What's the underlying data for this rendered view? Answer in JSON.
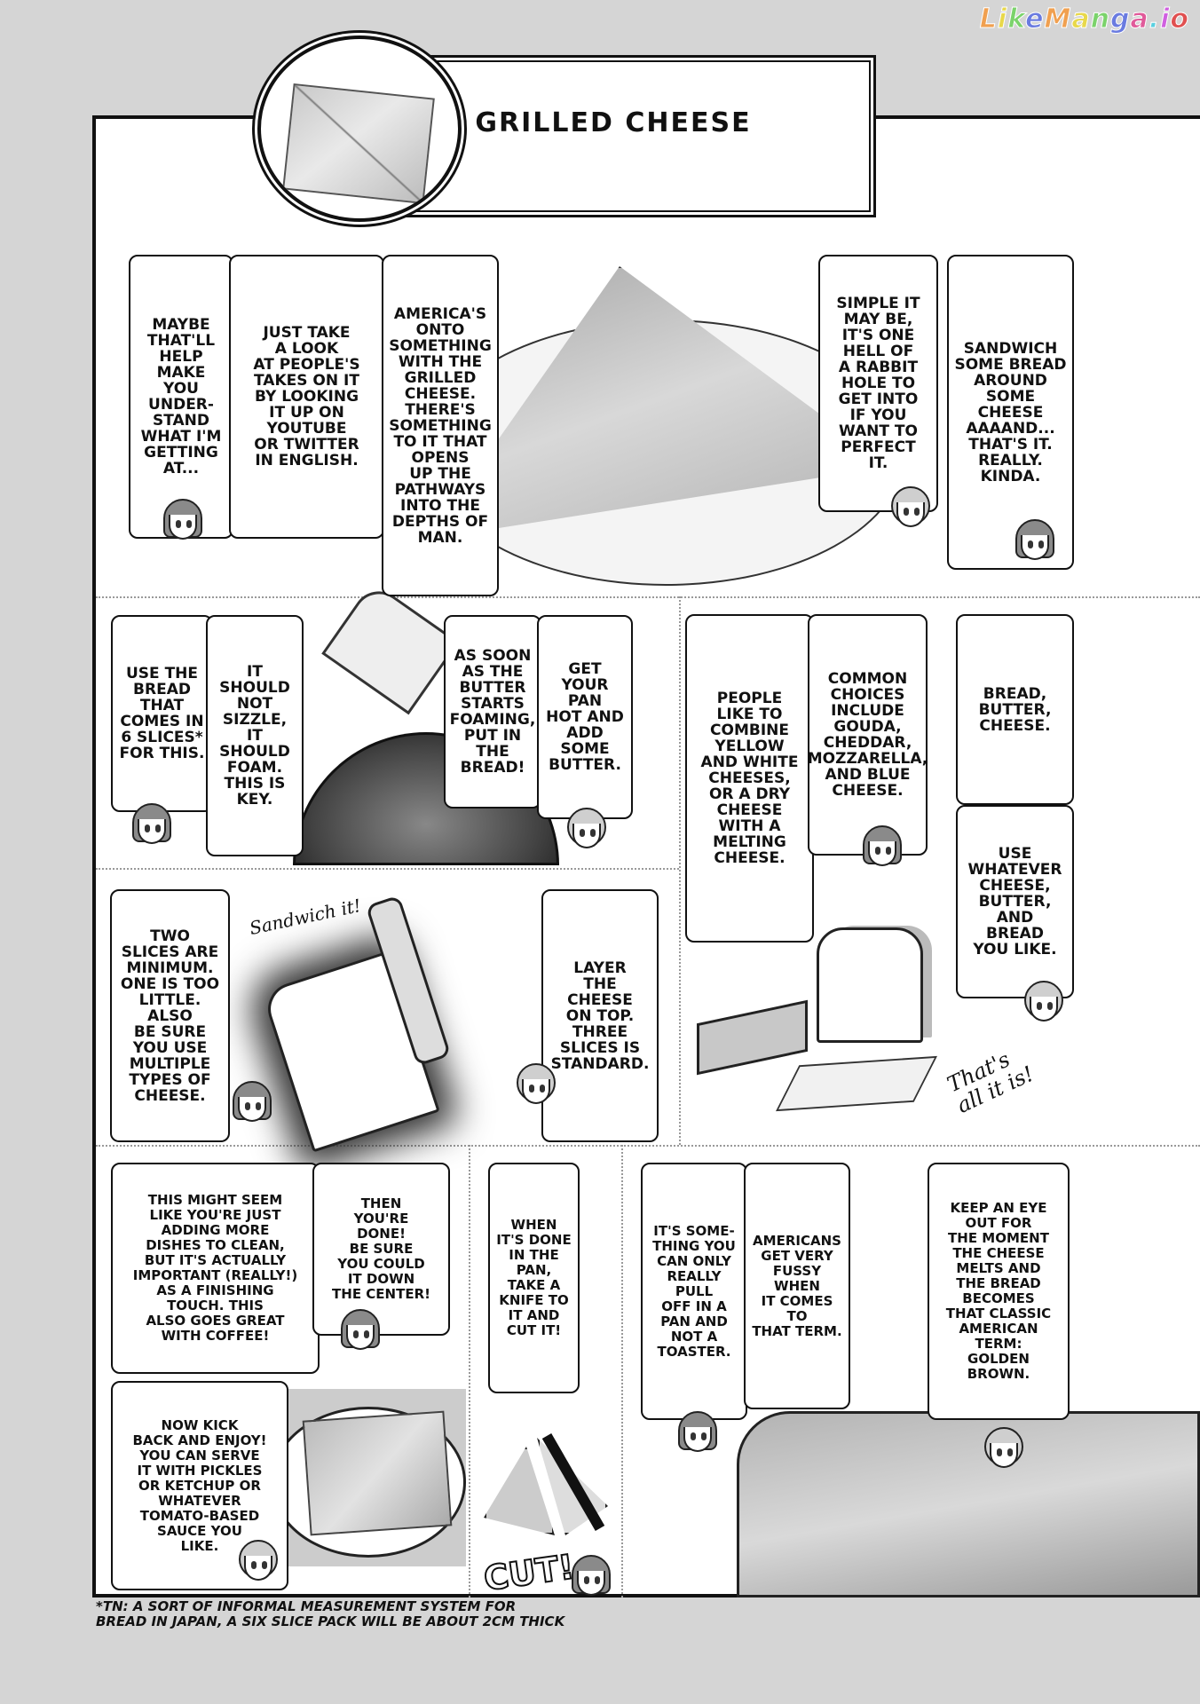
{
  "watermark": {
    "text": "LikeManga.io",
    "letters": [
      {
        "ch": "L",
        "color": "#f0a050"
      },
      {
        "ch": "i",
        "color": "#e8d84a"
      },
      {
        "ch": "k",
        "color": "#7bd36b"
      },
      {
        "ch": "e",
        "color": "#6a7be0"
      },
      {
        "ch": "M",
        "color": "#f0a050"
      },
      {
        "ch": "a",
        "color": "#e8d84a"
      },
      {
        "ch": "n",
        "color": "#7bd36b"
      },
      {
        "ch": "g",
        "color": "#6a7be0"
      },
      {
        "ch": "a",
        "color": "#e05a9a"
      },
      {
        "ch": ".",
        "color": "#5ad0e0"
      },
      {
        "ch": "i",
        "color": "#d060e0"
      },
      {
        "ch": "o",
        "color": "#e05050"
      }
    ]
  },
  "title": "GRILLED CHEESE",
  "rows": {
    "row1": {
      "bubbles": [
        {
          "id": "maybe",
          "text": "MAYBE\nTHAT'LL\nHELP MAKE\nYOU UNDER-\nSTAND\nWHAT I'M\nGETTING\nAT..."
        },
        {
          "id": "just_take",
          "text": "JUST TAKE\nA LOOK\nAT PEOPLE'S\nTAKES ON IT\nBY LOOKING\nIT UP ON\nYOUTUBE\nOR TWITTER\nIN ENGLISH."
        },
        {
          "id": "americas",
          "text": "AMERICA'S\nONTO\nSOMETHING\nWITH THE\nGRILLED\nCHEESE.\nTHERE'S\nSOMETHING\nTO IT THAT\nOPENS\nUP THE\nPATHWAYS\nINTO THE\nDEPTHS OF\nMAN."
        },
        {
          "id": "simple",
          "text": "SIMPLE IT\nMAY BE,\nIT'S ONE\nHELL OF\nA RABBIT\nHOLE TO\nGET INTO\nIF YOU\nWANT TO\nPERFECT\nIT."
        },
        {
          "id": "sandwich_some",
          "text": "SANDWICH\nSOME BREAD\nAROUND\nSOME\nCHEESE\nAAAAND...\nTHAT'S IT.\nREALLY.\nKINDA."
        }
      ]
    },
    "row2_left": {
      "bubbles": [
        {
          "id": "use_bread",
          "text": "USE THE\nBREAD\nTHAT\nCOMES IN\n6 SLICES*\nFOR THIS."
        },
        {
          "id": "not_sizzle",
          "text": "IT\nSHOULD\nNOT\nSIZZLE,\nIT\nSHOULD\nFOAM.\nTHIS IS\nKEY."
        },
        {
          "id": "as_soon",
          "text": "AS SOON\nAS THE\nBUTTER\nSTARTS\nFOAMING,\nPUT IN THE\nBREAD!"
        },
        {
          "id": "get_pan",
          "text": "GET\nYOUR PAN\nHOT AND\nADD\nSOME\nBUTTER."
        }
      ]
    },
    "row2_right": {
      "bubbles": [
        {
          "id": "people_like",
          "text": "PEOPLE\nLIKE TO\nCOMBINE\nYELLOW\nAND WHITE\nCHEESES,\nOR A DRY\nCHEESE\nWITH A\nMELTING\nCHEESE."
        },
        {
          "id": "common",
          "text": "COMMON\nCHOICES\nINCLUDE\nGOUDA,\nCHEDDAR,\nMOZZARELLA,\nAND BLUE\nCHEESE."
        },
        {
          "id": "bread_butter",
          "text": "BREAD,\nBUTTER,\nCHEESE."
        },
        {
          "id": "use_whatever",
          "text": "USE\nWHATEVER\nCHEESE,\nBUTTER,\nAND\nBREAD\nYOU LIKE."
        }
      ],
      "sfx": "That's\nall it is!"
    },
    "row3_left": {
      "bubbles": [
        {
          "id": "two_slices",
          "text": "TWO\nSLICES ARE\nMINIMUM.\nONE IS TOO\nLITTLE. ALSO\nBE SURE\nYOU USE\nMULTIPLE\nTYPES OF\nCHEESE."
        },
        {
          "id": "layer",
          "text": "LAYER\nTHE CHEESE\nON TOP.\nTHREE\nSLICES IS\nSTANDARD."
        }
      ],
      "sfx": "Sandwich it!"
    },
    "row4": {
      "bubbles": [
        {
          "id": "this_might",
          "text": "THIS MIGHT SEEM\nLIKE YOU'RE JUST\nADDING MORE\nDISHES TO CLEAN,\nBUT IT'S ACTUALLY\nIMPORTANT (REALLY!)\nAS A FINISHING\nTOUCH. THIS\nALSO GOES GREAT\nWITH COFFEE!"
        },
        {
          "id": "then_done",
          "text": "THEN\nYOU'RE\nDONE!\nBE SURE\nYOU COULD\nIT DOWN\nTHE CENTER!"
        },
        {
          "id": "kick_back",
          "text": "NOW KICK\nBACK AND ENJOY!\nYOU CAN SERVE\nIT WITH PICKLES\nOR KETCHUP OR\nWHATEVER\nTOMATO-BASED\nSAUCE YOU\nLIKE."
        },
        {
          "id": "when_done",
          "text": "WHEN\nIT'S DONE\nIN THE PAN,\nTAKE A\nKNIFE TO\nIT AND\nCUT IT!"
        },
        {
          "id": "something",
          "text": "IT'S SOME-\nTHING YOU\nCAN ONLY\nREALLY PULL\nOFF IN A\nPAN AND\nNOT A\nTOASTER."
        },
        {
          "id": "americans",
          "text": "AMERICANS\nGET VERY\nFUSSY WHEN\nIT COMES TO\nTHAT TERM."
        },
        {
          "id": "keep_eye",
          "text": "KEEP AN EYE\nOUT FOR\nTHE MOMENT\nTHE CHEESE\nMELTS AND\nTHE BREAD\nBECOMES\nTHAT CLASSIC\nAMERICAN\nTERM:\nGOLDEN\nBROWN."
        }
      ],
      "sfx_cut": "CUT!"
    }
  },
  "footnote": "*TN: A SORT OF INFORMAL MEASUREMENT SYSTEM FOR\nBREAD IN JAPAN, A SIX SLICE PACK WILL BE ABOUT 2CM THICK",
  "colors": {
    "background": "#d5d5d5",
    "ink": "#111111",
    "paper": "#ffffff",
    "screentone": "#bdbdbd"
  }
}
